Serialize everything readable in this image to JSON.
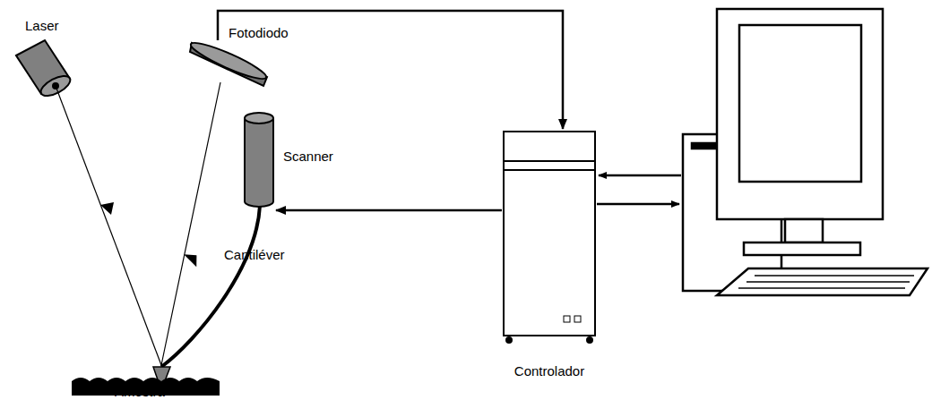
{
  "diagram": {
    "nodes": [
      {
        "text": [
          "Fotodiodo"
        ]
      },
      {
        "text": [
          "Laser"
        ]
      },
      {
        "text": [
          "Scanner"
        ]
      },
      {
        "text": [
          "Controlador"
        ]
      }
    ],
    "edges": [
      {
        "from": 0,
        "to": 3,
        "arrow": "to"
      },
      {
        "from": 3,
        "to": 2,
        "arrow": "to"
      }
    ],
    "labels": [
      "Cantiléver",
      "Amostra"
    ]
  }
}
